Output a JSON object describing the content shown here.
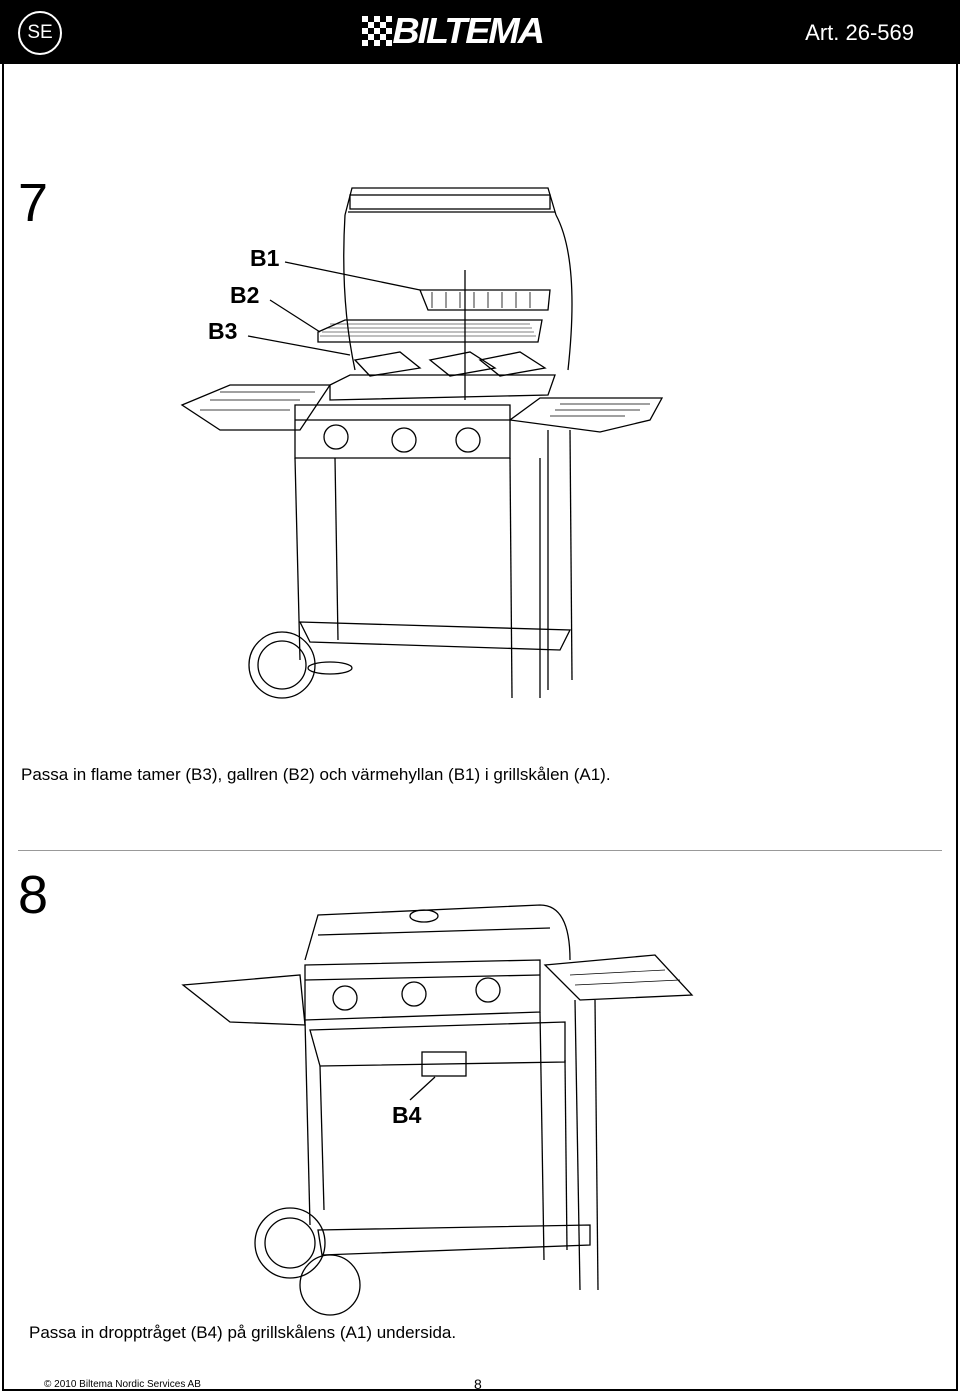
{
  "header": {
    "language_badge": "SE",
    "logo_text": "BILTEMA",
    "article_number": "Art. 26-569"
  },
  "step7": {
    "number": "7",
    "callouts": {
      "b1": "B1",
      "b2": "B2",
      "b3": "B3"
    },
    "caption_line1": "Passa in flame tamer (B3), gallren (B2) och värmehyllan (B1) i grillskålen (A1)."
  },
  "step8": {
    "number": "8",
    "callouts": {
      "b4": "B4"
    },
    "caption": "Passa in dropptråget (B4) på grillskålens (A1) undersida."
  },
  "footer": {
    "copyright": "© 2010 Biltema Nordic Services AB",
    "page_number": "8"
  }
}
